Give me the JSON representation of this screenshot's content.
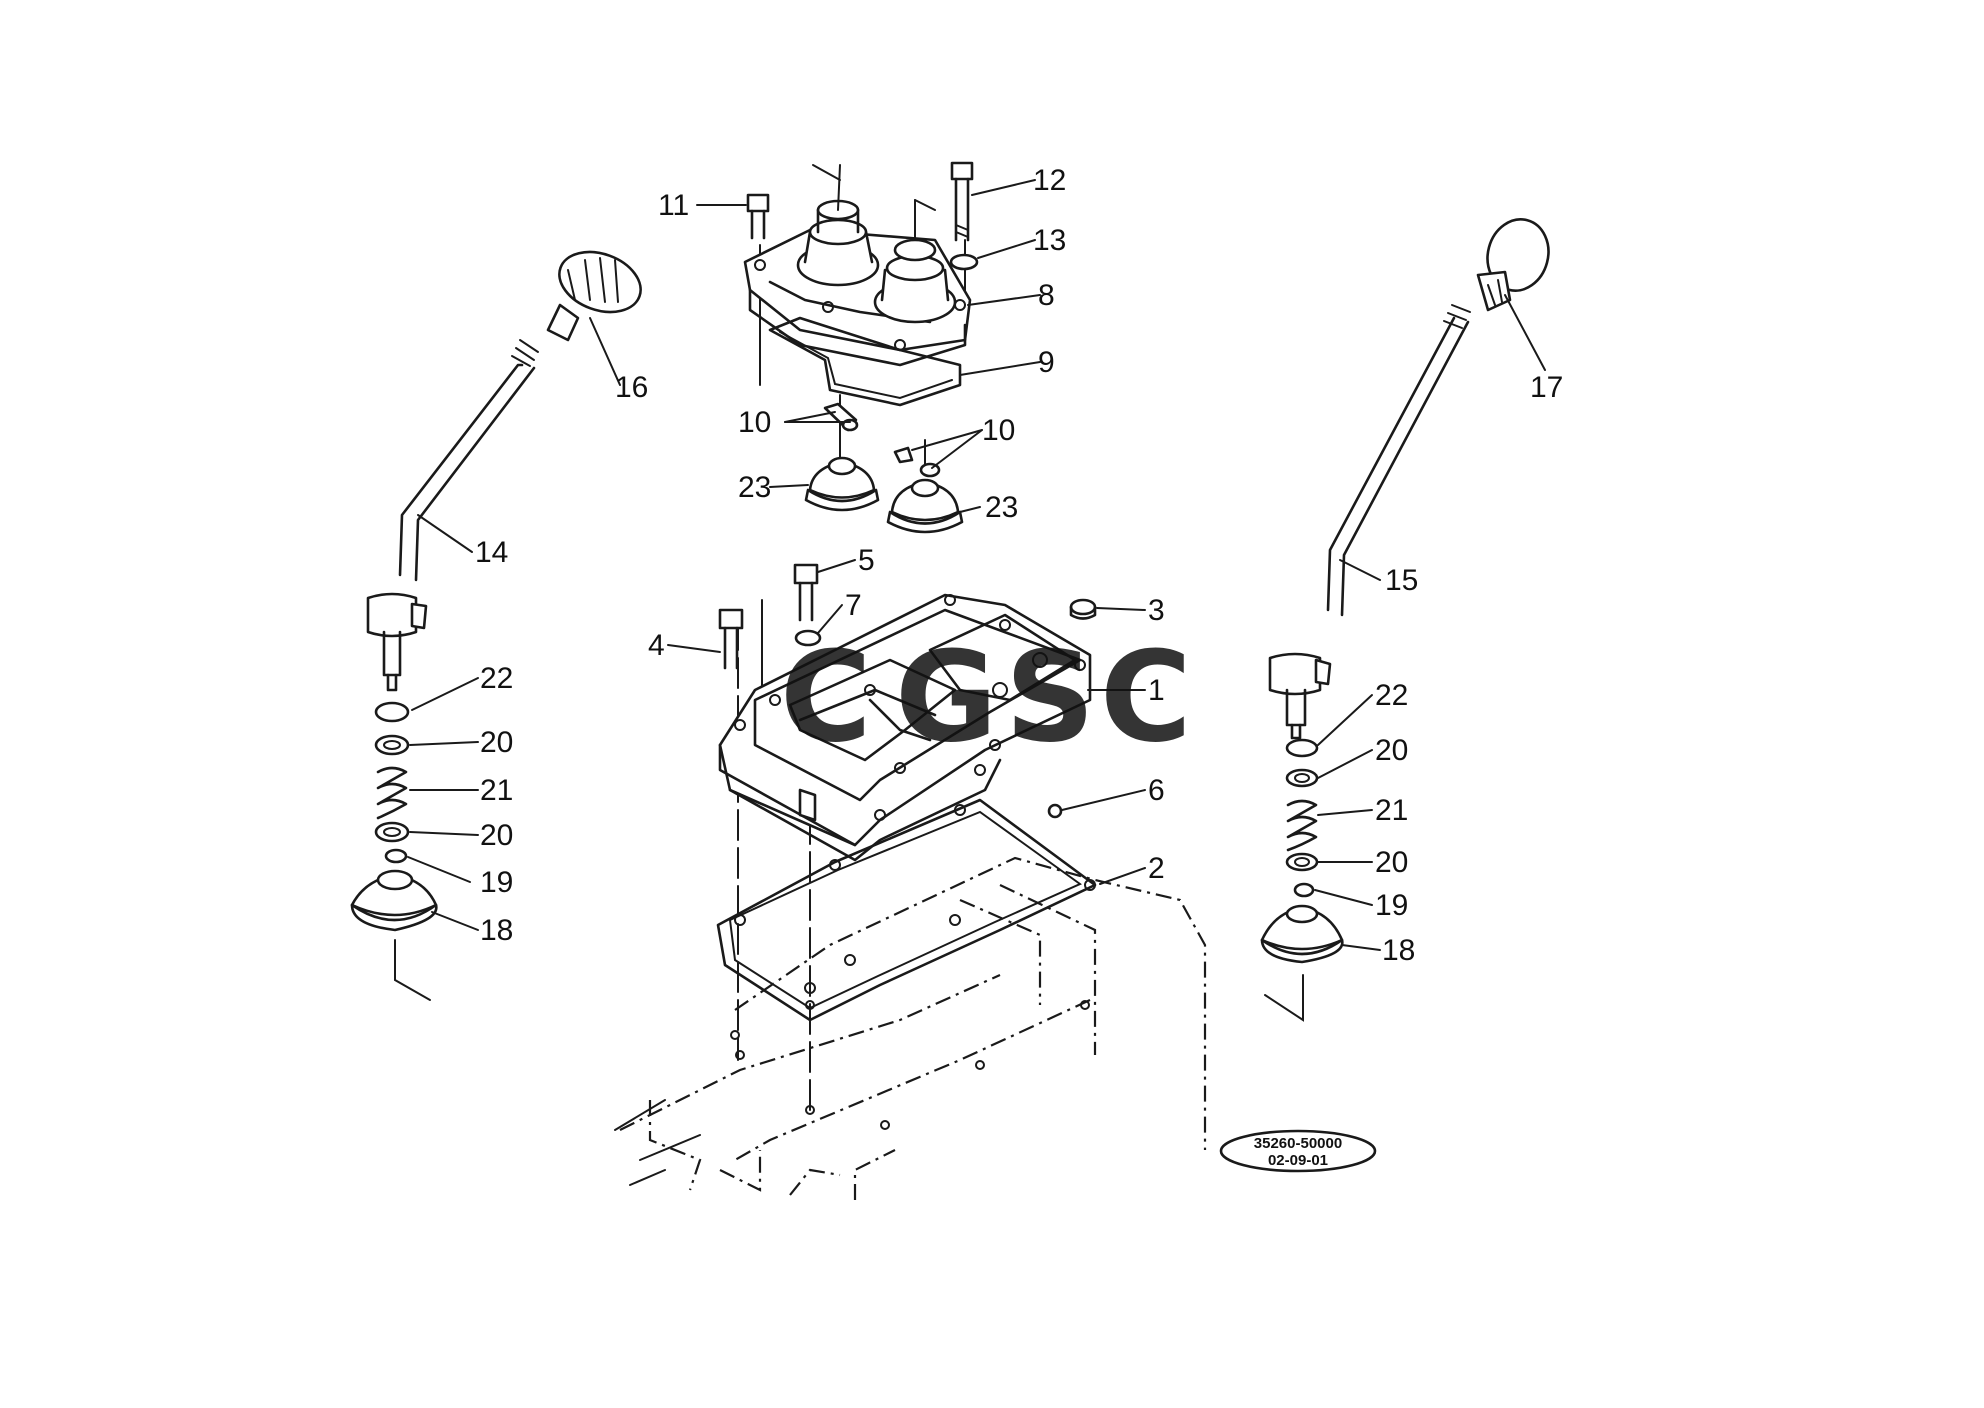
{
  "callouts": [
    {
      "id": "c11",
      "text": "11"
    },
    {
      "id": "c12",
      "text": "12"
    },
    {
      "id": "c13",
      "text": "13"
    },
    {
      "id": "c8",
      "text": "8"
    },
    {
      "id": "c9",
      "text": "9"
    },
    {
      "id": "c10a",
      "text": "10"
    },
    {
      "id": "c10b",
      "text": "10"
    },
    {
      "id": "c23a",
      "text": "23"
    },
    {
      "id": "c23b",
      "text": "23"
    },
    {
      "id": "c16",
      "text": "16"
    },
    {
      "id": "c14",
      "text": "14"
    },
    {
      "id": "c22a",
      "text": "22"
    },
    {
      "id": "c20a",
      "text": "20"
    },
    {
      "id": "c21a",
      "text": "21"
    },
    {
      "id": "c20b",
      "text": "20"
    },
    {
      "id": "c19a",
      "text": "19"
    },
    {
      "id": "c18a",
      "text": "18"
    },
    {
      "id": "c5",
      "text": "5"
    },
    {
      "id": "c7",
      "text": "7"
    },
    {
      "id": "c3",
      "text": "3"
    },
    {
      "id": "c4",
      "text": "4"
    },
    {
      "id": "c1",
      "text": "1"
    },
    {
      "id": "c6",
      "text": "6"
    },
    {
      "id": "c2",
      "text": "2"
    },
    {
      "id": "c17",
      "text": "17"
    },
    {
      "id": "c15",
      "text": "15"
    },
    {
      "id": "c22b",
      "text": "22"
    },
    {
      "id": "c20c",
      "text": "20"
    },
    {
      "id": "c21b",
      "text": "21"
    },
    {
      "id": "c20d",
      "text": "20"
    },
    {
      "id": "c19b",
      "text": "19"
    },
    {
      "id": "c18b",
      "text": "18"
    }
  ],
  "reference_stamp": {
    "line1": "35260-50000",
    "line2": "02-09-01"
  },
  "watermark": {
    "letters": [
      "C",
      "G",
      "S",
      "C"
    ],
    "colors": [
      "#4f86e8",
      "#e8574d",
      "#f2c531",
      "#3aa675"
    ]
  }
}
